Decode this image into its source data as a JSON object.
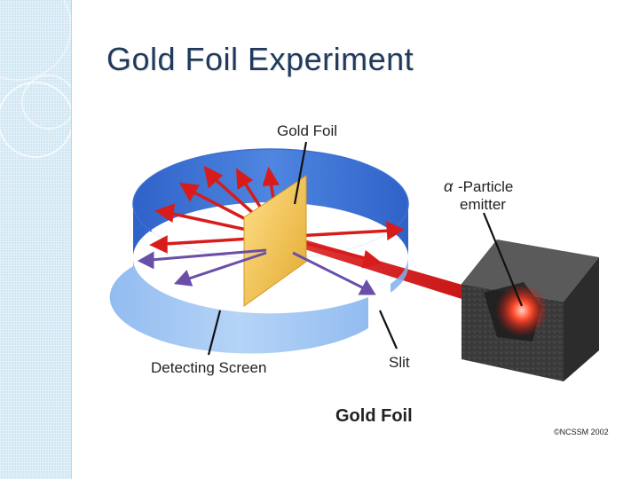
{
  "slide": {
    "title": "Gold Foil Experiment"
  },
  "diagram": {
    "labels": {
      "gold_foil_top": "Gold Foil",
      "alpha_symbol": "α",
      "particle_line1": "-Particle",
      "particle_line2": "emitter",
      "detecting_screen": "Detecting Screen",
      "slit": "Slit",
      "caption": "Gold Foil",
      "copyright": "©NCSSM 2002"
    },
    "colors": {
      "ring": "#3f74d6",
      "ring_light": "#7fb0ee",
      "beam": "#d81c1c",
      "foil": "#f0c24a",
      "emitter_box": "#3a3a3a",
      "deflected_arrow_inner": "#6a4fa8"
    }
  }
}
